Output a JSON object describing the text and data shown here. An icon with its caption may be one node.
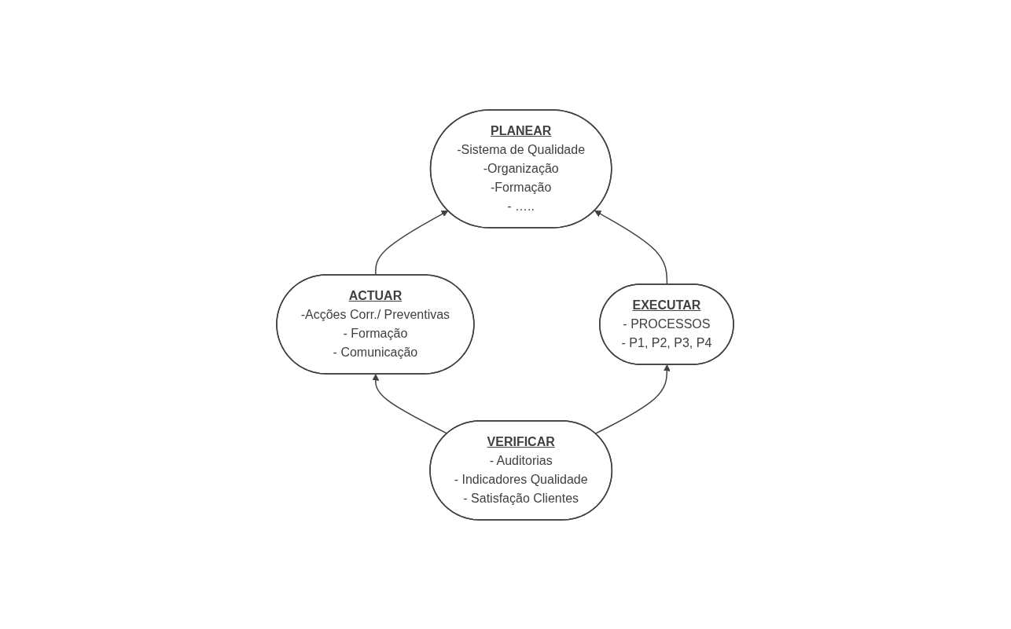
{
  "diagram": {
    "nodes": [
      {
        "text": [
          "PLANEAR",
          "-Sistema de Qualidade",
          "-Organização",
          "-Formação",
          "- ….."
        ]
      },
      {
        "text": [
          "ACTUAR",
          "-Acções Corr./ Preventivas",
          "- Formação",
          "- Comunicação"
        ]
      },
      {
        "text": [
          "EXECUTAR",
          "- PROCESSOS",
          "- P1, P2, P3, P4"
        ]
      },
      {
        "text": [
          "VERIFICAR",
          "- Auditorias",
          "- Indicadores Qualidade",
          "- Satisfação Clientes"
        ]
      }
    ],
    "edges": [
      {
        "from": 1,
        "to": 0,
        "arrow": "to"
      },
      {
        "from": 2,
        "to": 0,
        "arrow": "to"
      },
      {
        "from": 3,
        "to": 1,
        "arrow": "to"
      },
      {
        "from": 3,
        "to": 2,
        "arrow": "to"
      }
    ]
  }
}
